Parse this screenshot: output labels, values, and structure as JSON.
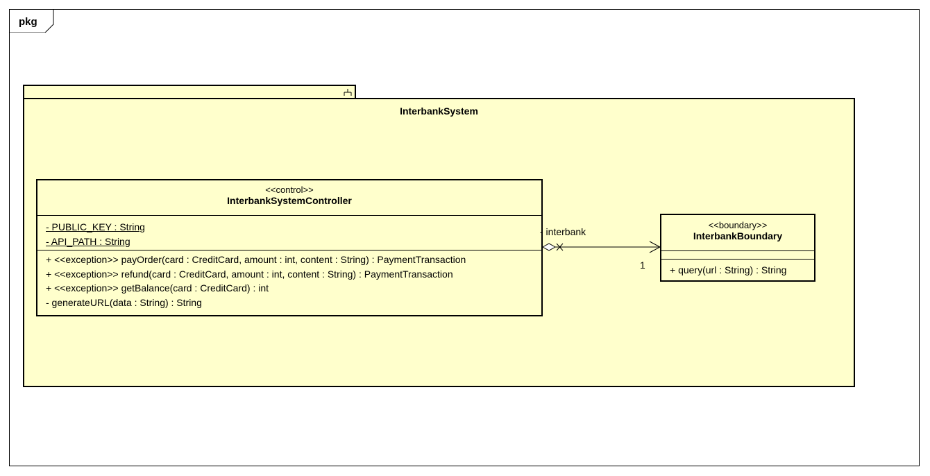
{
  "frame": {
    "label": "pkg"
  },
  "package": {
    "name": "InterbankSystem"
  },
  "controller": {
    "stereotype": "<<control>>",
    "name": "InterbankSystemController",
    "attributes": [
      "- PUBLIC_KEY : String",
      "- API_PATH : String"
    ],
    "operations": [
      "+ <<exception>> payOrder(card : CreditCard, amount : int, content : String) : PaymentTransaction",
      "+ <<exception>> refund(card : CreditCard, amount : int, content : String) : PaymentTransaction",
      "+ <<exception>> getBalance(card : CreditCard) : int",
      "- generateURL(data : String) : String"
    ]
  },
  "boundary": {
    "stereotype": "<<boundary>>",
    "name": "InterbankBoundary",
    "operations": [
      "+ query(url : String) : String"
    ]
  },
  "association": {
    "role": "- interbank",
    "multiplicity": "1"
  },
  "colors": {
    "fill": "#ffffcc",
    "stroke": "#000000"
  }
}
